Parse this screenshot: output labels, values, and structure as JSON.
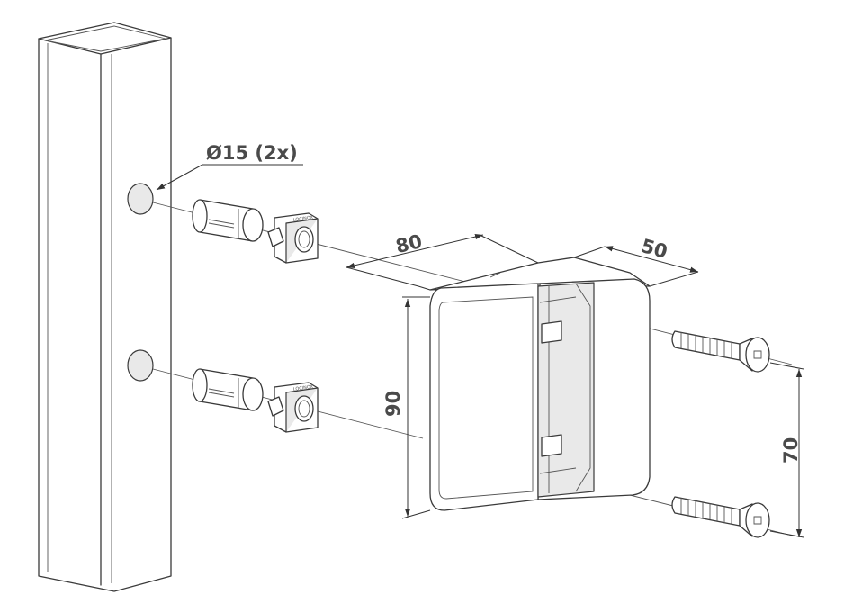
{
  "callout": {
    "hole_label": "Ø15 (2x)"
  },
  "dimensions": {
    "width": "80",
    "depth": "50",
    "height": "90",
    "screw_spacing": "70"
  },
  "colors": {
    "line": "#3a3a3a",
    "label": "#4a4a4a",
    "background": "#ffffff"
  }
}
